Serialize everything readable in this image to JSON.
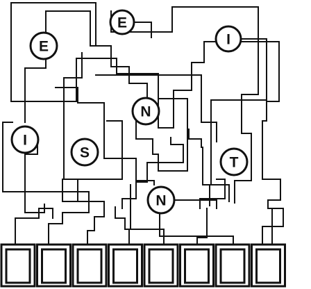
{
  "puzzle": {
    "nodes": [
      {
        "id": "e-top",
        "letter": "E"
      },
      {
        "id": "e-left",
        "letter": "E"
      },
      {
        "id": "i-right",
        "letter": "I"
      },
      {
        "id": "n-middle",
        "letter": "N"
      },
      {
        "id": "i-left",
        "letter": "I"
      },
      {
        "id": "s",
        "letter": "S"
      },
      {
        "id": "t",
        "letter": "T"
      },
      {
        "id": "n-bottom",
        "letter": "N"
      }
    ],
    "answer_boxes": [
      {
        "index": 1,
        "value": ""
      },
      {
        "index": 2,
        "value": ""
      },
      {
        "index": 3,
        "value": ""
      },
      {
        "index": 4,
        "value": ""
      },
      {
        "index": 5,
        "value": ""
      },
      {
        "index": 6,
        "value": ""
      },
      {
        "index": 7,
        "value": ""
      },
      {
        "index": 8,
        "value": ""
      }
    ],
    "colors": {
      "ink": "#111111",
      "paper": "#ffffff"
    }
  }
}
